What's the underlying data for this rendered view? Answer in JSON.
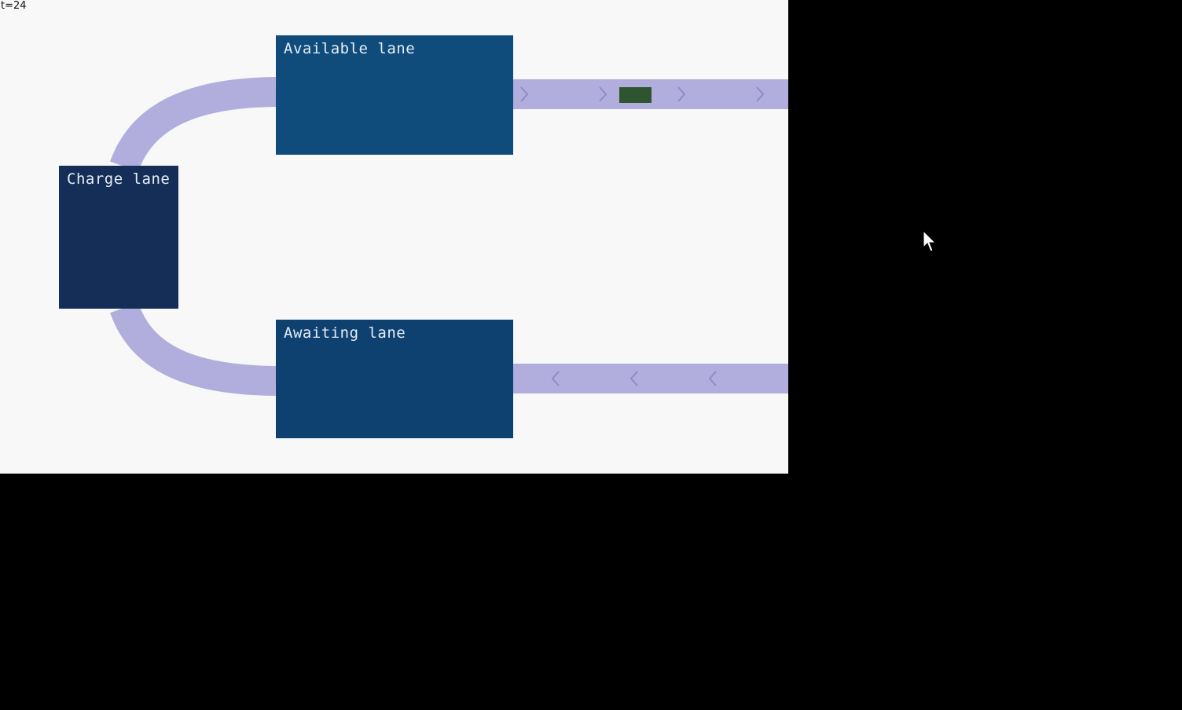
{
  "tick_label": "t=24",
  "lanes": {
    "available": {
      "label": "Available lane",
      "color": "#0f4c7c"
    },
    "awaiting": {
      "label": "Awaiting lane",
      "color": "#0f4170"
    },
    "charge": {
      "label": "Charge lane",
      "color": "#142e57"
    }
  },
  "track": {
    "color": "#b1aedd",
    "arrow_color": "#8f8cc6"
  },
  "vehicle": {
    "color": "#2e5530"
  },
  "icons": {
    "cursor": "mouse-pointer-icon",
    "arrow_right": "chevron-right-icon",
    "arrow_left": "chevron-left-icon"
  }
}
